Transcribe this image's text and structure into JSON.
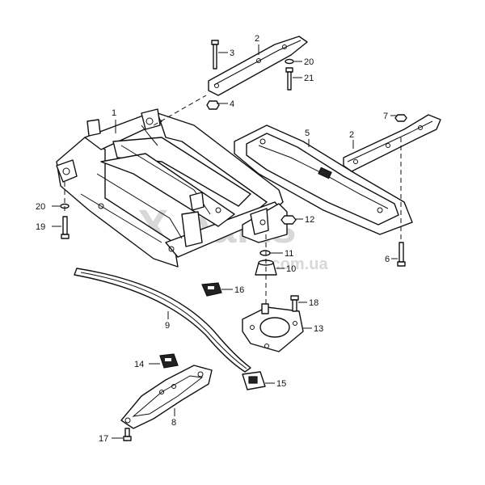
{
  "watermark": {
    "main": "X parts",
    "sub": ".com.ua"
  },
  "callouts": {
    "c1": "1",
    "c2a": "2",
    "c2b": "2",
    "c3": "3",
    "c4": "4",
    "c5": "5",
    "c6": "6",
    "c7": "7",
    "c8": "8",
    "c9": "9",
    "c10": "10",
    "c11": "11",
    "c12": "12",
    "c13": "13",
    "c14": "14",
    "c15": "15",
    "c16": "16",
    "c17": "17",
    "c18": "18",
    "c19": "19",
    "c20a": "20",
    "c20b": "20",
    "c21": "21"
  }
}
